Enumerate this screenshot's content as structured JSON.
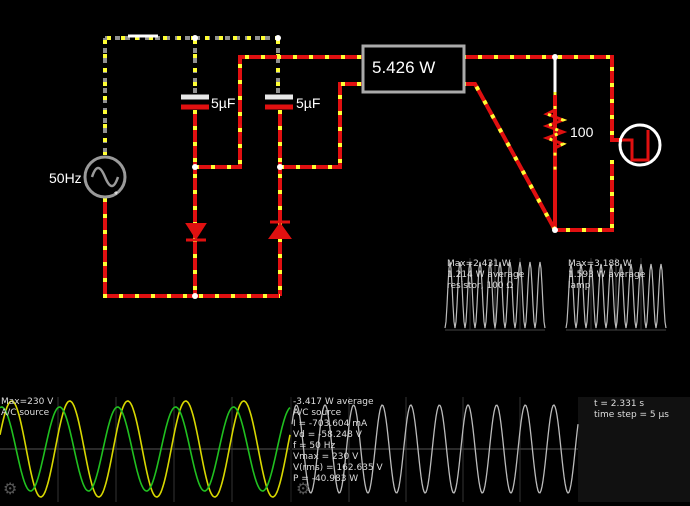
{
  "circuit": {
    "meter_value": "5.426 W",
    "source_label": "50Hz",
    "cap1_label": "5µF",
    "cap2_label": "5µF",
    "resistor_label": "100",
    "star": "*"
  },
  "scopes": {
    "resistor": {
      "lines": [
        "Max=2.431 W",
        "1.214 W average",
        "resistor, 100 Ω"
      ]
    },
    "lamp": {
      "lines": [
        "Max=3.188 W",
        "1.593 W average",
        "lamp"
      ]
    },
    "source_voltage": {
      "lines": [
        "Max=230 V",
        "A/C source"
      ]
    },
    "source_info": {
      "lines": [
        "-3.417 W average",
        "A/C source",
        "I = -703.604 mA",
        "Vd = -58.248 V",
        "f = 50 Hz",
        "Vmax = 230 V",
        "V(rms) = 162.635 V",
        "P = -40.983 W"
      ]
    },
    "time": {
      "lines": [
        "t = 2.331 s",
        "time step = 5 µs"
      ]
    }
  },
  "icons": {
    "ac_source": "sine-wave-icon",
    "lamp": "lamp-icon",
    "settings": "gear-icon"
  },
  "colors": {
    "wire_current": "#e01010",
    "wire_dots": "#ffff33",
    "wire_idle": "#909090",
    "wave_yellow": "#d8d800",
    "wave_green": "#20c020",
    "wave_white": "#bbbbbb"
  }
}
